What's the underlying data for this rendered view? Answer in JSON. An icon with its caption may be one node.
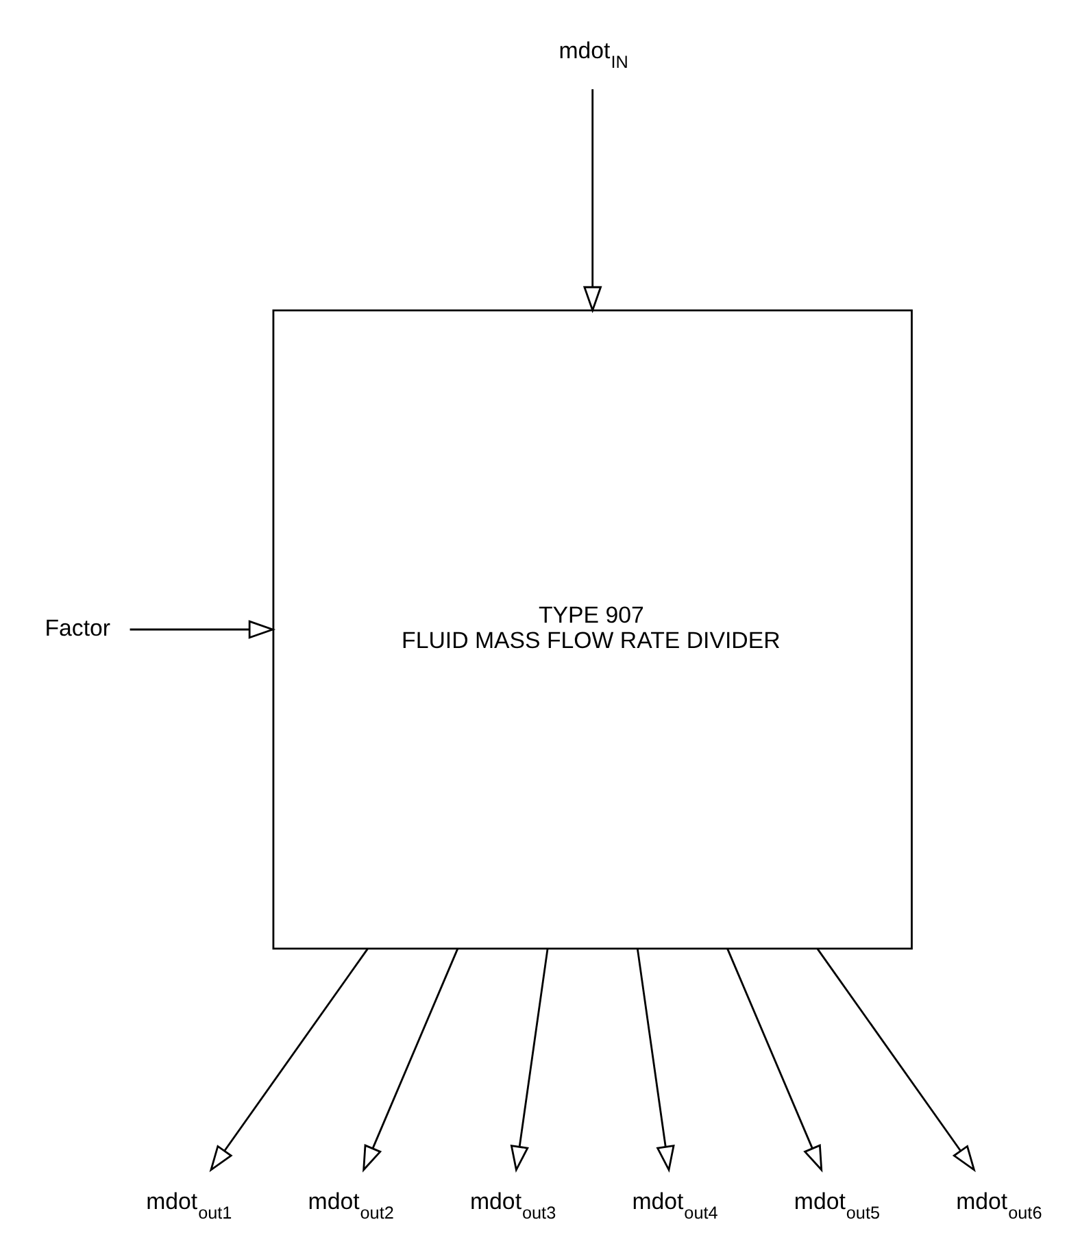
{
  "diagram": {
    "nodes": [
      {
        "text": [
          "TYPE 907",
          "FLUID MASS FLOW RATE DIVIDER"
        ]
      },
      {
        "text": [
          "mdot$_{IN}$"
        ]
      },
      {
        "text": [
          "Factor"
        ]
      },
      {
        "text": [
          "mdot$_{out1}$"
        ]
      },
      {
        "text": [
          "mdot$_{out2}$"
        ]
      },
      {
        "text": [
          "mdot$_{out3}$"
        ]
      },
      {
        "text": [
          "mdot$_{out4}$"
        ]
      },
      {
        "text": [
          "mdot$_{out5}$"
        ]
      },
      {
        "text": [
          "mdot$_{out6}$"
        ]
      }
    ],
    "edges": [
      {
        "from": 1,
        "to": 0,
        "arrow": "to"
      },
      {
        "from": 2,
        "to": 0,
        "arrow": "to"
      },
      {
        "from": 0,
        "to": 3,
        "arrow": "to"
      },
      {
        "from": 0,
        "to": 4,
        "arrow": "to"
      },
      {
        "from": 0,
        "to": 5,
        "arrow": "to"
      },
      {
        "from": 0,
        "to": 6,
        "arrow": "to"
      },
      {
        "from": 0,
        "to": 7,
        "arrow": "to"
      },
      {
        "from": 0,
        "to": 8,
        "arrow": "to"
      }
    ]
  }
}
